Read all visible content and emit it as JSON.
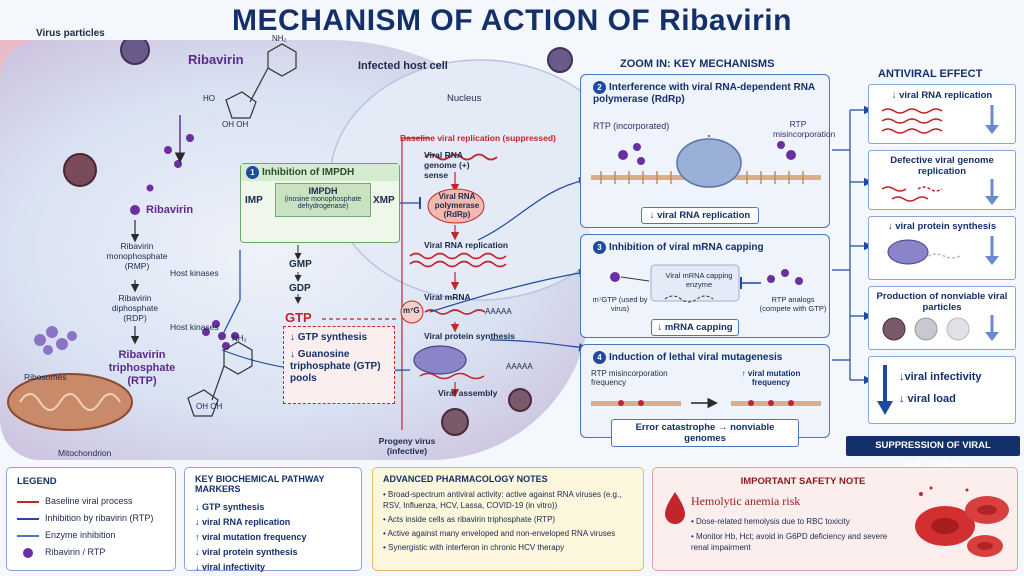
{
  "title": "MECHANISM OF ACTION OF Ribavirin",
  "left": {
    "virus_particles": "Virus particles",
    "ribavirin_top": "Ribavirin",
    "infected_cell": "Infected host cell",
    "nucleus": "Nucleus",
    "ribavirin": "Ribavirin",
    "rmp": "Ribavirin monophosphate (RMP)",
    "host_kinases_1": "Host kinases",
    "rdp": "Ribavirin diphosphate (RDP)",
    "host_kinases_2": "Host kinases",
    "rtp": "Ribavirin triphosphate (RTP)",
    "ribosomes": "Ribosomes",
    "mitochondrion": "Mitochondrion",
    "nh2_1": "NH₂",
    "nh2_2": "NH₂",
    "ho_1": "HO",
    "oh_1": "OH OH",
    "oh_2": "OH OH"
  },
  "impdh": {
    "header": "Inhibition of IMPDH",
    "imp": "IMP",
    "xmp": "XMP",
    "enzyme": "IMPDH",
    "enzyme_sub": "(inosine monophosphate dehydrogenase)",
    "gmp": "GMP",
    "gdp": "GDP",
    "gtp": "GTP",
    "gtp_synthesis": "↓ GTP synthesis",
    "gtp_pools": "↓ Guanosine triphosphate (GTP) pools"
  },
  "replication": {
    "baseline": "Baseline viral replication (suppressed)",
    "genome": "Viral RNA genome (+) sense",
    "polymerase": "Viral RNA polymerase (RdRp)",
    "rna_replication": "Viral RNA replication",
    "mrna": "Viral mRNA",
    "cap": "m⁷G",
    "polya_1": "AAAAA",
    "polya_2": "AAAAA",
    "protein_synthesis": "Viral protein synthesis",
    "assembly": "Viral assembly",
    "progeny": "Progeny virus (infective)"
  },
  "zoom": {
    "title": "ZOOM IN: KEY MECHANISMS",
    "p1_title": "Interference with viral RNA-dependent RNA polymerase (RdRp)",
    "p1_rtp_inc": "RTP (incorporated)",
    "p1_rtp_mis": "RTP misincorporation",
    "p1_result": "↓ viral RNA replication",
    "p2_title": "Inhibition of viral mRNA capping",
    "p2_m7gtp": "m⁷GTP (used by virus)",
    "p2_enzyme": "Viral mRNA capping enzyme",
    "p2_analogs": "RTP analogs (compete with GTP)",
    "p2_result": "↓ mRNA capping",
    "p3_title": "Induction of lethal viral mutagenesis",
    "p3_misinc": "RTP misincorporation frequency",
    "p3_mut": "↑ viral mutation frequency",
    "p3_result": "Error catastrophe → nonviable genomes",
    "n1": "2",
    "n2": "3",
    "n3": "4",
    "n_impdh": "1"
  },
  "effect": {
    "title": "ANTIVIRAL EFFECT",
    "e1": "↓ viral RNA replication",
    "e2": "Defective viral genome replication",
    "e3": "↓ viral protein synthesis",
    "e4": "Production of nonviable viral particles",
    "e5a": "↓viral infectivity",
    "e5b": "↓ viral load",
    "banner": "SUPPRESSION OF VIRAL REPLICATION"
  },
  "legend": {
    "title": "LEGEND",
    "items": [
      "Baseline viral process",
      "Inhibition by ribavirin (RTP)",
      "Enzyme inhibition",
      "Ribavirin / RTP"
    ]
  },
  "markers": {
    "title": "KEY BIOCHEMICAL PATHWAY MARKERS",
    "items": [
      "↓ GTP synthesis",
      "↓ viral RNA replication",
      "↑ viral mutation frequency",
      "↓ viral protein synthesis",
      "↓ viral infectivity"
    ]
  },
  "notes": {
    "title": "ADVANCED PHARMACOLOGY NOTES",
    "items": [
      "Broad-spectrum antiviral activity: active against RNA viruses (e.g., RSV, Influenza, HCV, Lassa, COVID-19 (in vitro))",
      "Acts inside cells as ribavirin triphosphate (RTP)",
      "Active against many enveloped and non-enveloped RNA viruses",
      "Synergistic with interferon in chronic HCV therapy"
    ]
  },
  "safety": {
    "title": "IMPORTANT SAFETY NOTE",
    "subtitle": "Hemolytic anemia risk",
    "items": [
      "Dose-related hemolysis due to RBC toxicity",
      "Monitor Hb, Hct; avoid in G6PD deficiency and severe renal impairment"
    ]
  },
  "colors": {
    "navy": "#14306b",
    "baseline_red": "#c0262a",
    "inhibition_blue": "#1f4aa0",
    "ribavirin_purple": "#6a2fa0",
    "impdh_green": "#6aa86a"
  }
}
